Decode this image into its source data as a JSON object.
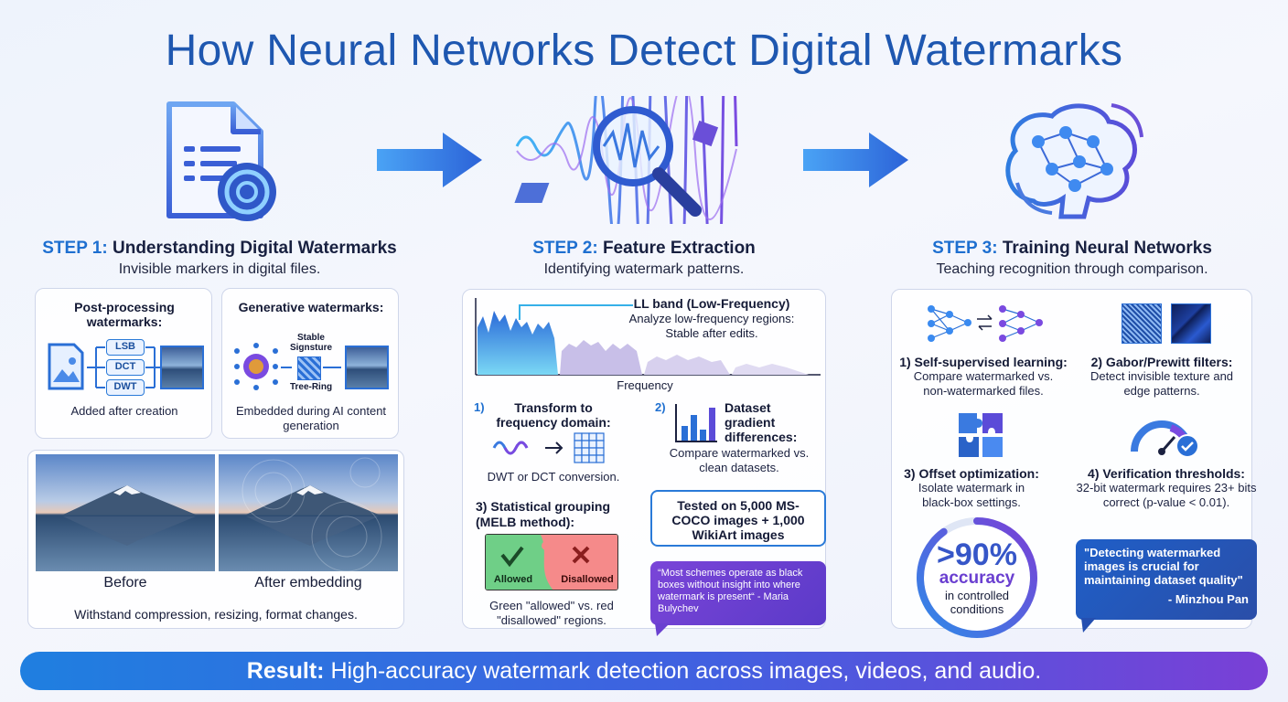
{
  "title": "How Neural Networks Detect Digital Watermarks",
  "step1": {
    "num": "STEP 1:",
    "title": "Understanding Digital Watermarks",
    "subtitle": "Invisible markers in digital files.",
    "post_title": "Post-processing watermarks:",
    "post_chips": [
      "LSB",
      "DCT",
      "DWT"
    ],
    "post_caption": "Added after creation",
    "gen_title": "Generative watermarks:",
    "gen_label_top": "Stable Signsture",
    "gen_label_bottom": "Tree-Ring",
    "gen_caption": "Embedded during AI content generation",
    "before": "Before",
    "after": "After embedding",
    "footer": "Withstand compression, resizing, format changes."
  },
  "step2": {
    "num": "STEP 2:",
    "title": "Feature Extraction",
    "subtitle": "Identifying watermark patterns.",
    "ll_title": "LL band (Low-Frequency)",
    "ll_desc1": "Analyze low-frequency regions:",
    "ll_desc2": "Stable after edits.",
    "freq_label": "Frequency",
    "t1_num": "1)",
    "t1_title": "Transform to frequency domain:",
    "t1_caption": "DWT or DCT conversion.",
    "t2_num": "2)",
    "t2_title": "Dataset gradient differences:",
    "t2_caption": "Compare watermarked vs. clean datasets.",
    "t3_title": "3) Statistical grouping (MELB method):",
    "allowed": "Allowed",
    "disallowed": "Disallowed",
    "t3_caption": "Green \"allowed\" vs. red \"disallowed\" regions.",
    "tested": "Tested on 5,000 MS-COCO images + 1,000 WikiArt images",
    "quote": "“Most schemes operate as black boxes without insight into where watermark is present“",
    "quote_author": "- Maria Bulychev"
  },
  "step3": {
    "num": "STEP 3:",
    "title": "Training Neural Networks",
    "subtitle": "Teaching recognition through comparison.",
    "i1_title": "1) Self-supervised learning:",
    "i1_desc": "Compare watermarked vs. non-watermarked files.",
    "i2_title": "2) Gabor/Prewitt filters:",
    "i2_desc": "Detect invisible texture and edge patterns.",
    "i3_title": "3) Offset optimization:",
    "i3_desc": "Isolate watermark in black-box settings.",
    "i4_title": "4) Verification thresholds:",
    "i4_desc": "32-bit watermark requires 23+ bits correct (p-value < 0.01).",
    "accuracy_big": ">90%",
    "accuracy_word": "accuracy",
    "accuracy_sub": "in controlled conditions",
    "accuracy_fraction": 0.9,
    "quote": "\"Detecting watermarked images is crucial for maintaining dataset quality\"",
    "quote_author": "- Minzhou Pan"
  },
  "result": {
    "label": "Result:",
    "text": " High-accuracy watermark detection across images, videos, and audio."
  },
  "colors": {
    "title": "#1e57b0",
    "accent": "#1e6fd0",
    "purple": "#6a3fd0",
    "allowed": "#5dc77a",
    "disallowed": "#f07878"
  }
}
